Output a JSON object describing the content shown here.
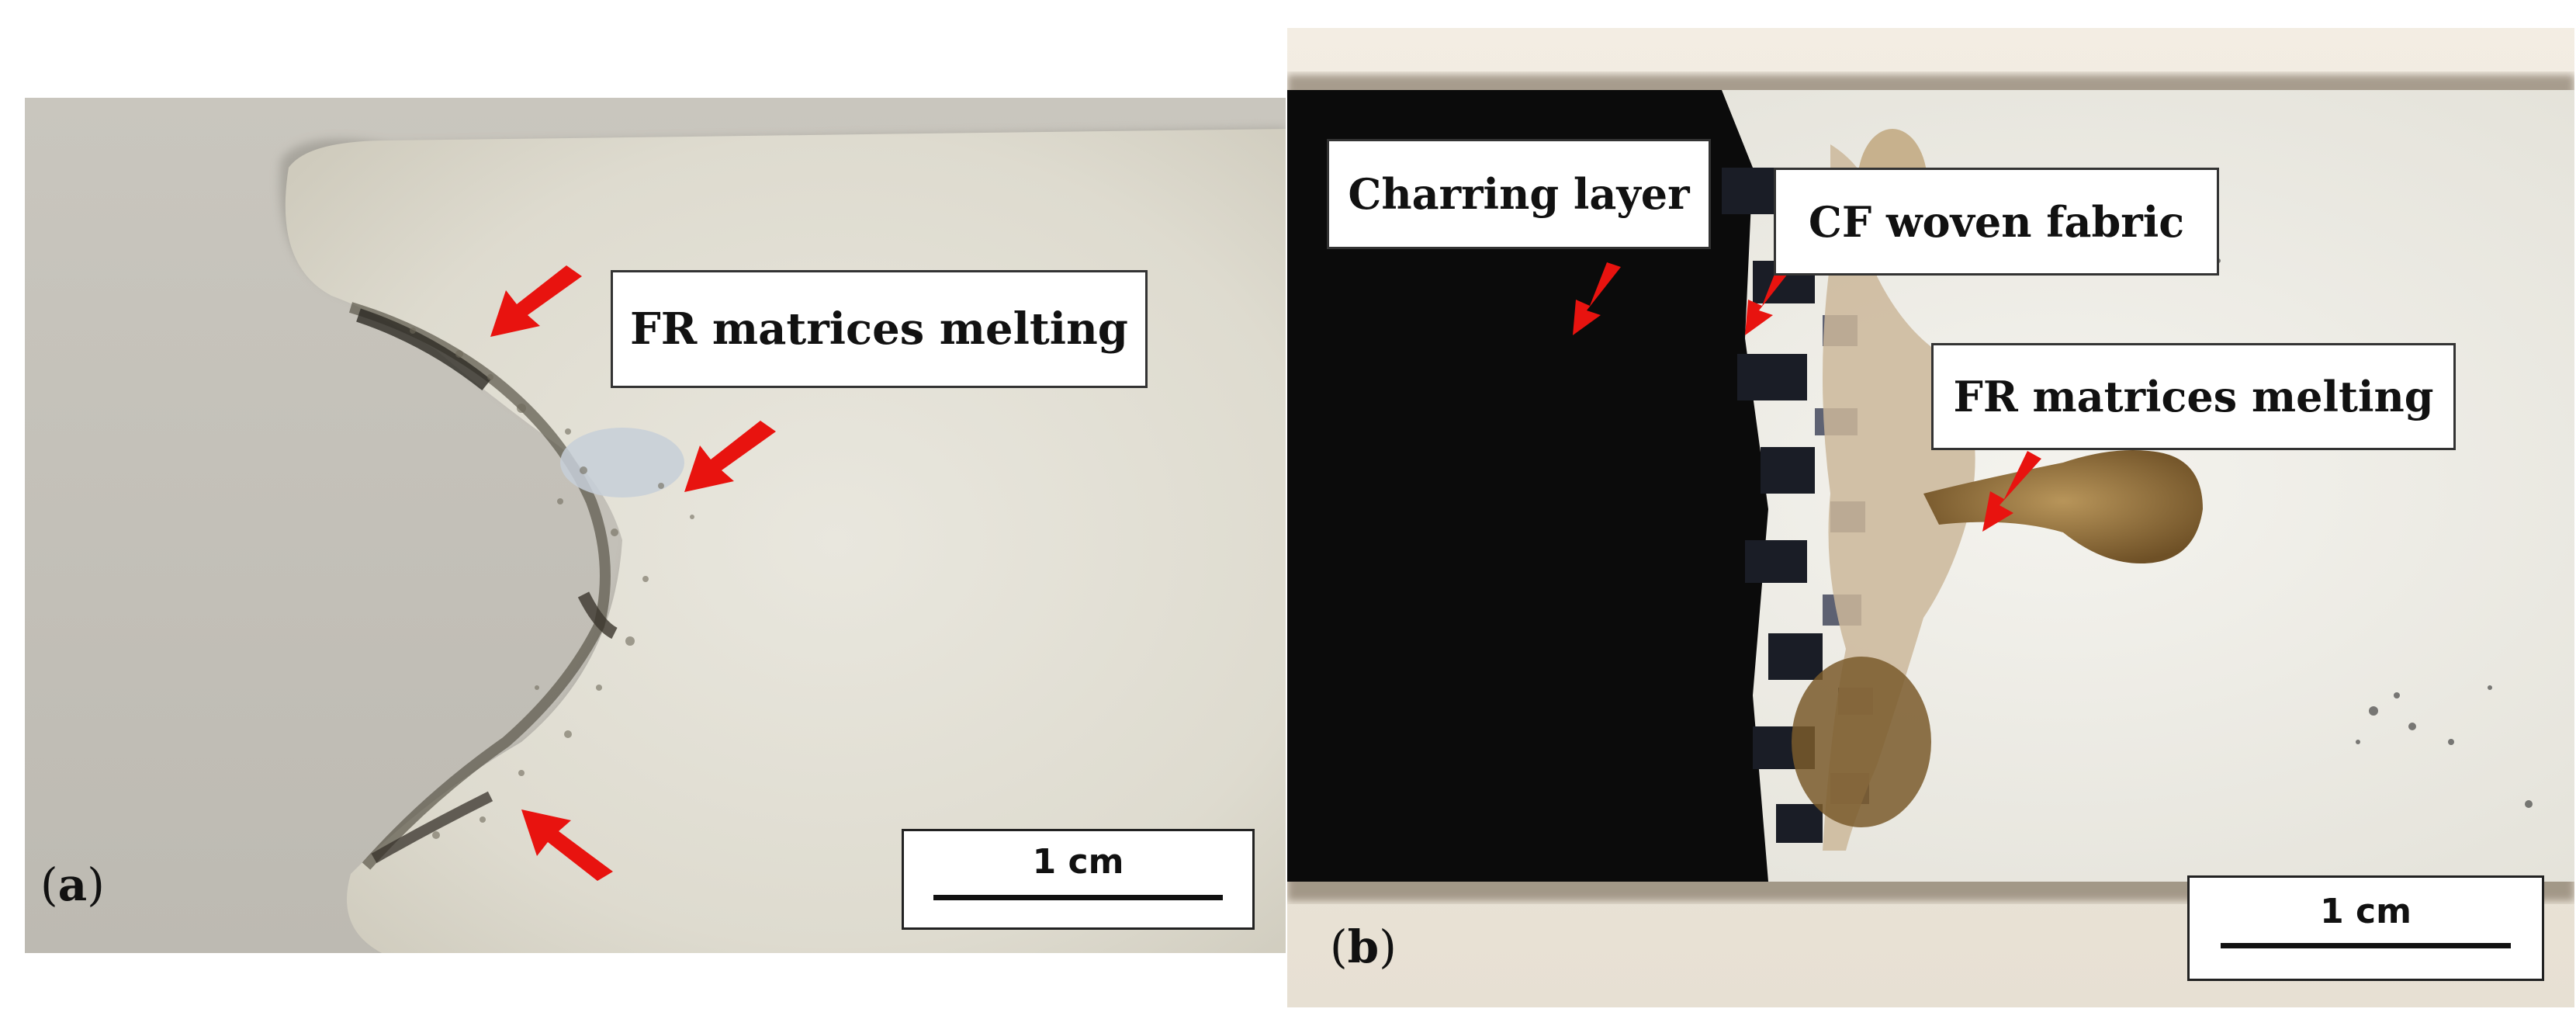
{
  "panel_a": {
    "label_open": "(",
    "label_letter": "a",
    "label_close": ")",
    "callout_melting": "FR matrices melting",
    "scale_text": "1 cm",
    "arrow_color": "#e8130f"
  },
  "panel_b": {
    "label_open": "(",
    "label_letter": "b",
    "label_close": ")",
    "callout_charring": "Charring layer",
    "callout_cf": "CF woven fabric",
    "callout_melting": "FR matrices melting",
    "scale_text": "1 cm",
    "arrow_color": "#e8130f"
  }
}
